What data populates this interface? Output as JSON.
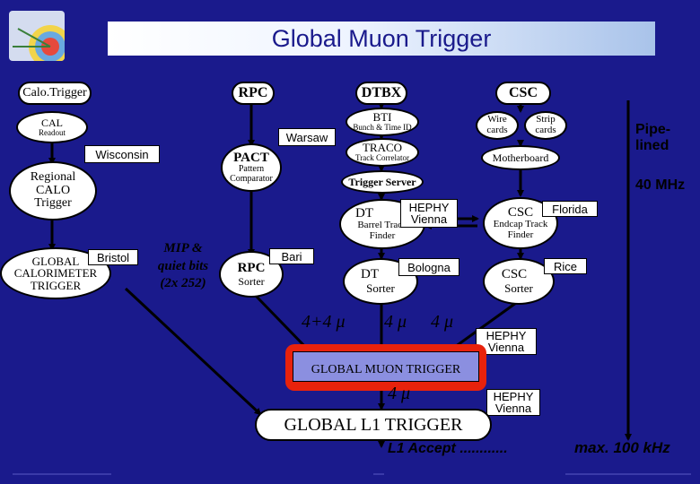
{
  "title": "Global Muon Trigger",
  "headers": {
    "calo": "Calo.Trigger",
    "rpc": "RPC",
    "dtbx": "DTBX",
    "csc": "CSC"
  },
  "cal": {
    "name": "CAL",
    "sub": "Readout"
  },
  "bti": {
    "name": "BTI",
    "sub": "Bunch & Time ID"
  },
  "wire": "Wire cards",
  "strip": "Strip cards",
  "warsaw": "Warsaw",
  "wisconsin": "Wisconsin",
  "pact": {
    "name": "PACT",
    "sub": "Pattern Comparator"
  },
  "traco": {
    "name": "TRACO",
    "sub": "Track Correlator"
  },
  "motherboard": "Motherboard",
  "pipelined": "Pipe-lined",
  "freq40": "40 MHz",
  "regional": "Regional CALO Trigger",
  "trigger_server": "Trigger Server",
  "dt_barrel": {
    "name": "DT",
    "sub": "Barrel Track Finder"
  },
  "hephy_vienna": "HEPHY Vienna",
  "csc_endcap": {
    "name": "CSC",
    "sub": "Endcap Track Finder"
  },
  "florida": "Florida",
  "bristol": "Bristol",
  "global_calo": "GLOBAL CALORIMETER TRIGGER",
  "mip": "MIP & quiet bits (2x 252)",
  "rpc_sorter": {
    "name": "RPC",
    "sub": "Sorter"
  },
  "bari": "Bari",
  "dt_sorter": {
    "name": "DT",
    "sub": "Sorter"
  },
  "bologna": "Bologna",
  "csc_sorter": {
    "name": "CSC",
    "sub": "Sorter"
  },
  "rice": "Rice",
  "mu_4p4": "4+4 μ",
  "mu_4a": "4 μ",
  "mu_4b": "4 μ",
  "hephy_vienna_2": "HEPHY Vienna",
  "gmt": "GLOBAL MUON TRIGGER",
  "mu_4c": "4 μ",
  "hephy_vienna_3": "HEPHY Vienna",
  "gl1": "GLOBAL L1 TRIGGER",
  "l1_accept": "L1 Accept ............",
  "max_rate": "max. 100 kHz",
  "colors": {
    "background": "#1a1a8c",
    "gmt_frame": "#e8220c",
    "gmt_box": "#8b8fe0",
    "arrow": "#000000"
  },
  "icons": {
    "logo": "cms-logo"
  }
}
